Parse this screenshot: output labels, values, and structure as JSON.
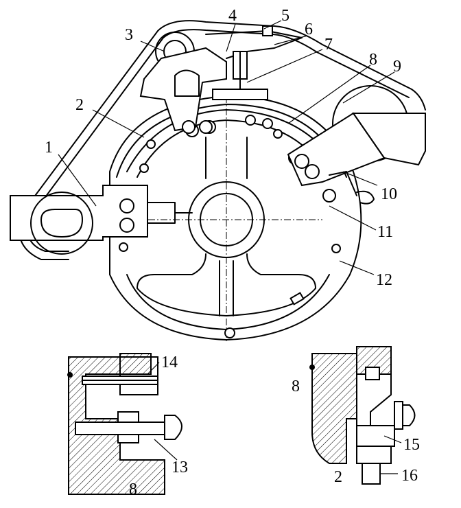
{
  "callouts": {
    "top": [
      "1",
      "2",
      "3",
      "4",
      "5",
      "6",
      "7",
      "8",
      "9",
      "10",
      "11",
      "12"
    ],
    "left_detail": [
      "14",
      "13",
      "8"
    ],
    "right_detail": [
      "8",
      "15",
      "2",
      "16"
    ]
  },
  "colors": {
    "ink": "#000000",
    "paper": "#ffffff"
  }
}
